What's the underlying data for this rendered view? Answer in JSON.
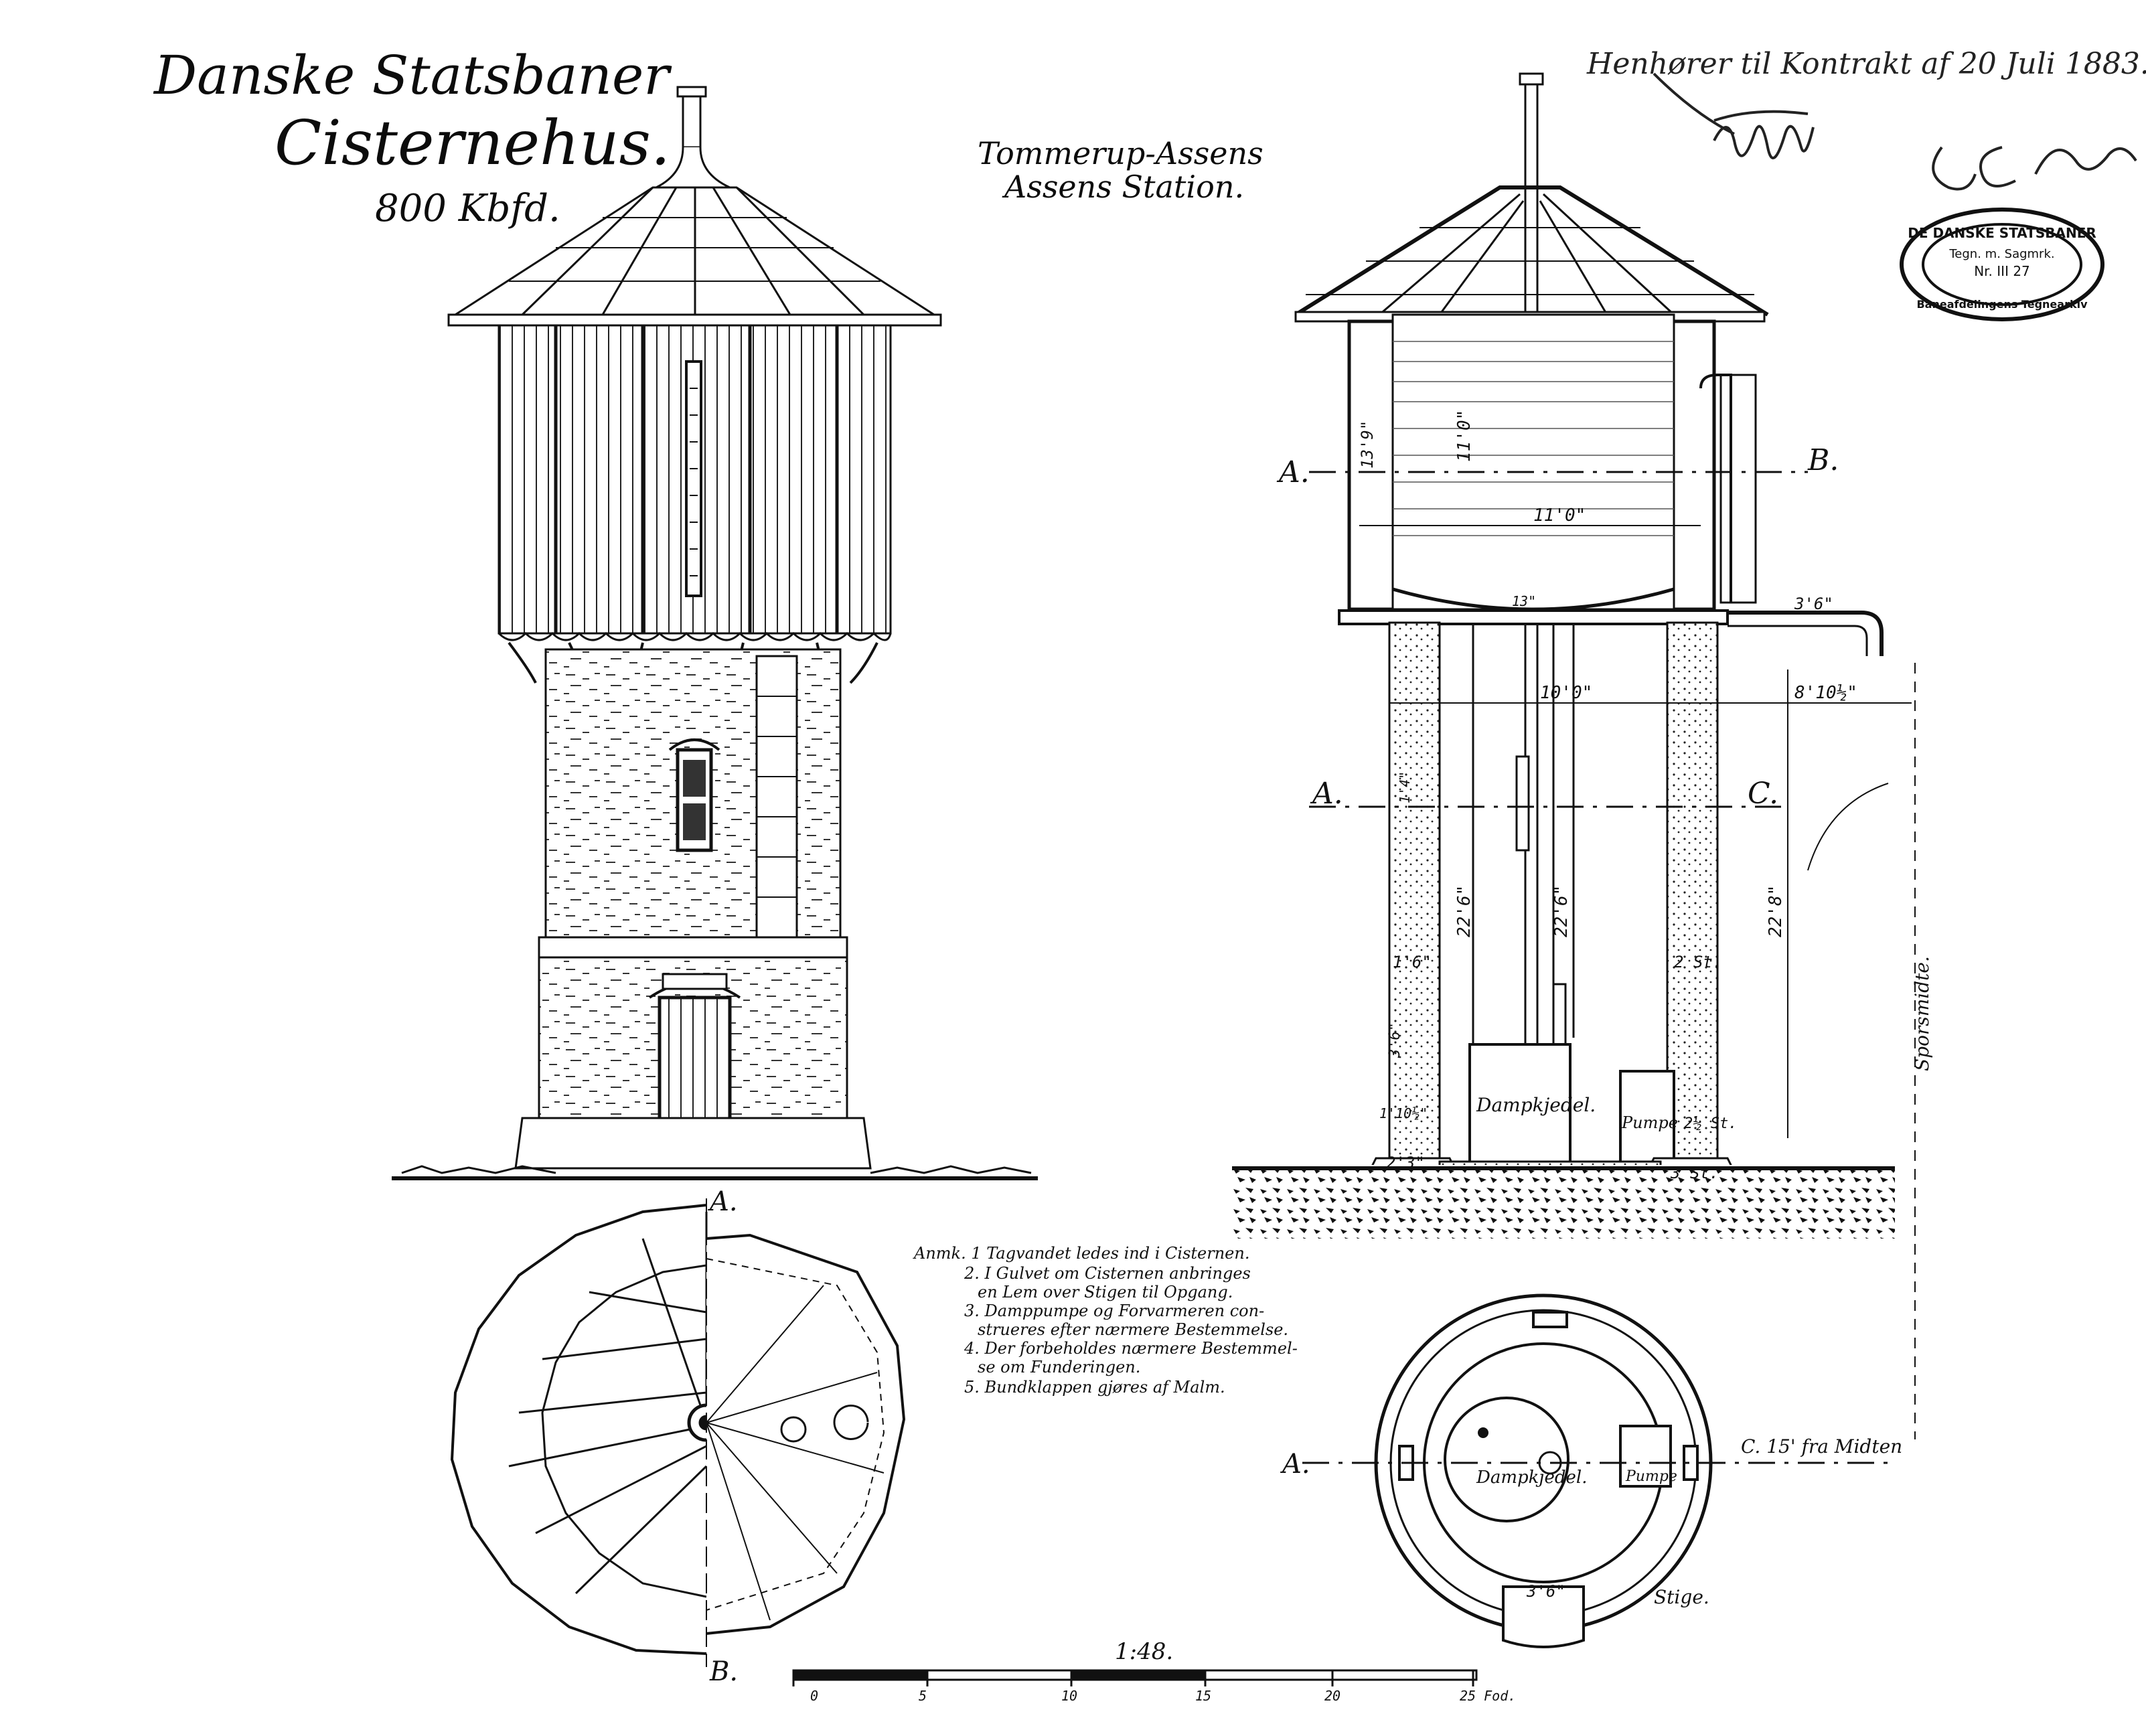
{
  "title": {
    "line1": "Danske Statsbaner",
    "line2": "Cisternehus.",
    "capacity": "800 Kbfd."
  },
  "line": {
    "route": "Tommerup-Assens",
    "station": "Assens Station."
  },
  "handwritten_top": "Henhører til Kontrakt af 20 Juli 1883.",
  "stamp": {
    "line1": "DE DANSKE STATSBANER",
    "line2": "Tegn. m. Sagmrk.",
    "line3": "Nr. III 27",
    "line4": "Baneafdelingens Tegnearkiv"
  },
  "section": {
    "cut_a_upper": "A.",
    "cut_b": "B.",
    "cut_a_lower": "A.",
    "cut_c": "C.",
    "label_boiler": "Dampkjedel.",
    "label_pump": "Pumpe",
    "dims": {
      "d_11_0_v": "11'0\"",
      "d_11_0_h": "11'0\"",
      "d_13_9": "13'9\"",
      "d_10_0": "10'0\"",
      "d_8_10": "8'10½\"",
      "d_3_6_pipe": "3'6\"",
      "d_22_6_a": "22'6\"",
      "d_22_6_b": "22'6\"",
      "d_22_8": "22'8\"",
      "d_2_3": "2'3\"",
      "d_3st": "3 St.",
      "d_2st": "2 St.",
      "d_2half_st": "2½ St.",
      "d_1_6": "1'6\"",
      "d_3_6": "3'6\"",
      "d_1_10": "1'10½\"",
      "d_13": "13\"",
      "d_1_4": "1'4\""
    },
    "track_center": "Sporsmidte."
  },
  "plan": {
    "cut_a": "A.",
    "cut_b": "B.",
    "cut_a_ground": "A.",
    "cut_c_ground": "C. 15' fra Midten",
    "label_boiler": "Dampkjedel.",
    "label_pump": "Pumpe",
    "door_dim": "3'6\"",
    "ladder": "Stige."
  },
  "notes": [
    "Anmk. 1 Tagvandet ledes ind i Cisternen.",
    "2. I Gulvet om Cisternen anbringes",
    "en Lem over Stigen til Opgang.",
    "3. Damppumpe og Forvarmeren con-",
    "strueres efter nærmere Bestemmelse.",
    "4. Der forbeholdes nærmere Bestemmel-",
    "se om Funderingen.",
    "5. Bundklappen gjøres af Malm."
  ],
  "scale": {
    "label": "1:48.",
    "ticks": [
      "0",
      "5",
      "10",
      "15",
      "20",
      "25 Fod."
    ]
  },
  "colors": {
    "ink": "#111111",
    "paper": "#ffffff",
    "ground": "#1a1a1a"
  }
}
